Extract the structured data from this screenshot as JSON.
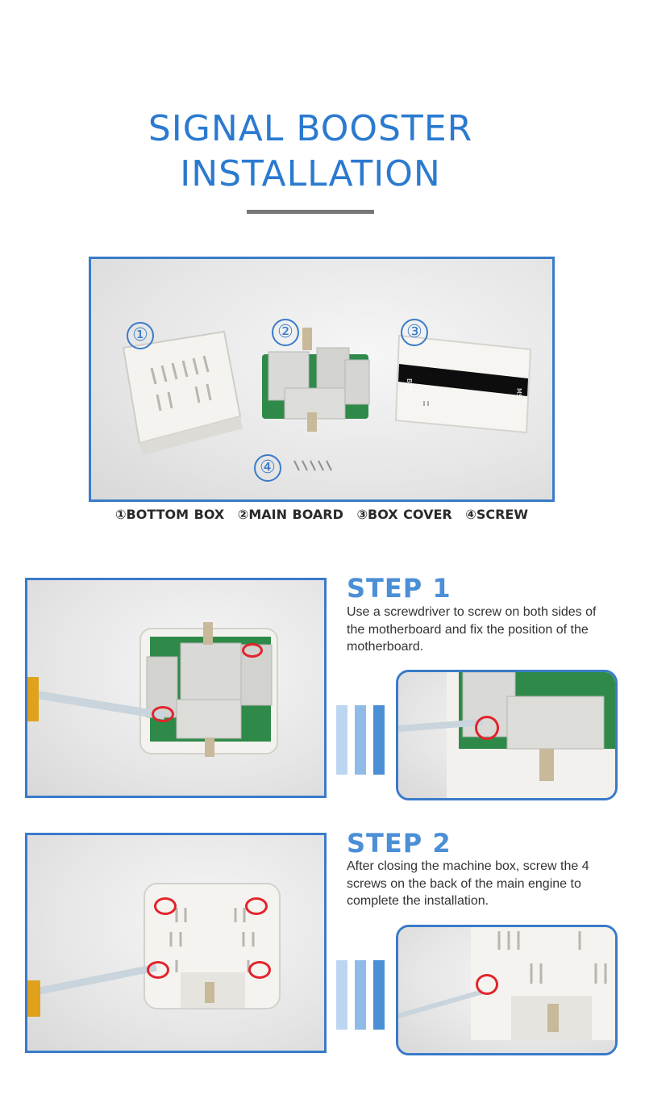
{
  "header": {
    "title_line1": "SIGNAL BOOSTER",
    "title_line2": "INSTALLATION"
  },
  "parts_photo": {
    "markers": [
      "①",
      "②",
      "③",
      "④"
    ],
    "cover_label_left": "BTS",
    "cover_label_right": "MS"
  },
  "legend": {
    "items": [
      "①BOTTOM BOX",
      "②MAIN BOARD",
      "③BOX COVER",
      "④SCREW"
    ]
  },
  "steps": [
    {
      "title": "STEP 1",
      "description": "Use a screwdriver to screw on both sides of the motherboard and fix the position of the motherboard."
    },
    {
      "title": "STEP 2",
      "description": "After closing the machine box, screw the 4 screws on the back of the main engine to complete the installation."
    }
  ],
  "colors": {
    "accent": "#2b7ad0",
    "frame": "#3a7bc8",
    "marker_red": "#e2242b",
    "bar_light": "#bcd6f1",
    "bar_mid": "#8fbbe8",
    "bar_dark": "#4b8fd6"
  }
}
